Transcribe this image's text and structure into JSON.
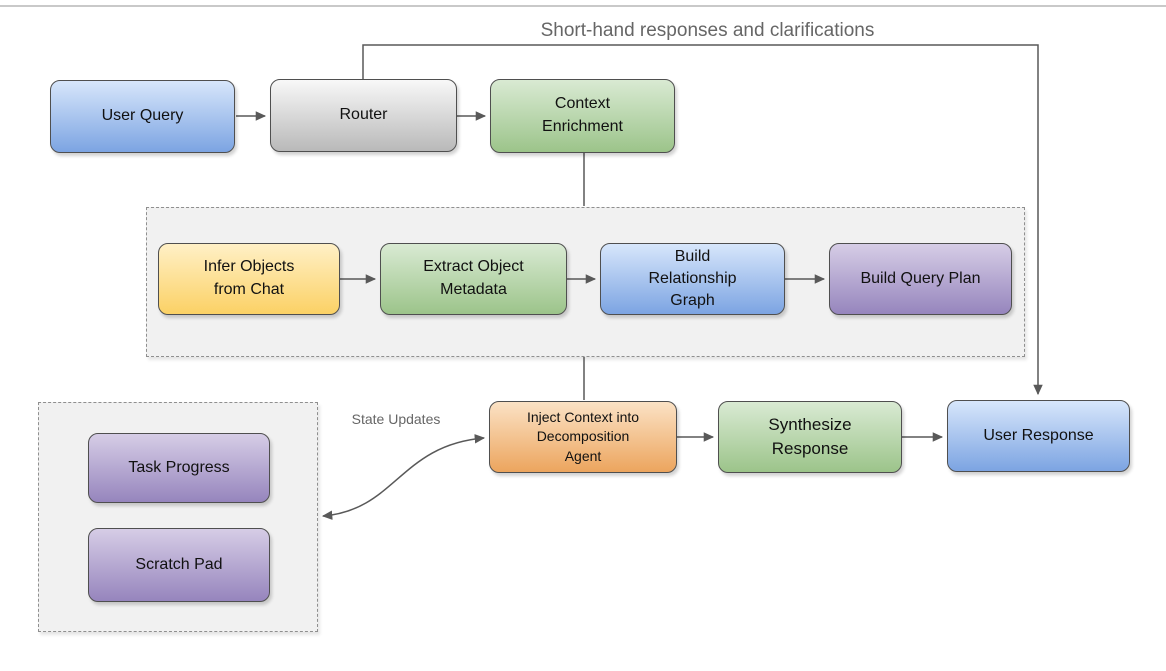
{
  "diagram": {
    "nodes": {
      "user_query": {
        "label": "User Query",
        "color": "blue"
      },
      "router": {
        "label": "Router",
        "color": "gray"
      },
      "context_enrichment": {
        "label": "Context Enrichment",
        "color": "green"
      },
      "infer_objects": {
        "label": "Infer Objects from Chat",
        "color": "yellow"
      },
      "extract_metadata": {
        "label": "Extract Object Metadata",
        "color": "green"
      },
      "build_graph": {
        "label": "Build Relationship Graph",
        "color": "blue"
      },
      "build_query_plan": {
        "label": "Build Query Plan",
        "color": "purple"
      },
      "inject_context": {
        "label": "Inject Context into Decomposition Agent",
        "color": "orange"
      },
      "synthesize_response": {
        "label": "Synthesize Response",
        "color": "green"
      },
      "user_response": {
        "label": "User Response",
        "color": "blue"
      },
      "task_progress": {
        "label": "Task Progress",
        "color": "purple"
      },
      "scratch_pad": {
        "label": "Scratch Pad",
        "color": "purple"
      }
    },
    "groups": {
      "context_pipeline_group": {
        "members": [
          "infer_objects",
          "extract_metadata",
          "build_graph",
          "build_query_plan"
        ]
      },
      "memory_group": {
        "members": [
          "task_progress",
          "scratch_pad"
        ]
      }
    },
    "edges": [
      {
        "from": "user_query",
        "to": "router"
      },
      {
        "from": "router",
        "to": "context_enrichment"
      },
      {
        "from": "router",
        "to": "user_response",
        "label": "Short-hand responses and clarifications"
      },
      {
        "from": "context_enrichment",
        "to": "context_pipeline_group"
      },
      {
        "from": "context_pipeline_group",
        "to": "inject_context"
      },
      {
        "from": "infer_objects",
        "to": "extract_metadata"
      },
      {
        "from": "extract_metadata",
        "to": "build_graph"
      },
      {
        "from": "build_graph",
        "to": "build_query_plan"
      },
      {
        "from": "inject_context",
        "to": "synthesize_response"
      },
      {
        "from": "synthesize_response",
        "to": "user_response"
      },
      {
        "from": "memory_group",
        "to": "inject_context",
        "bidirectional": true,
        "label": "State Updates"
      }
    ],
    "colors": {
      "blue": {
        "top": "#d7e6fb",
        "bottom": "#7ca4e2"
      },
      "gray": {
        "top": "#f8f8f8",
        "bottom": "#b9b9b9"
      },
      "green": {
        "top": "#d9ead3",
        "bottom": "#9cc48a"
      },
      "yellow": {
        "top": "#fff0c6",
        "bottom": "#fbd165"
      },
      "orange": {
        "top": "#fbe2c5",
        "bottom": "#eca55e"
      },
      "purple": {
        "top": "#d6cde6",
        "bottom": "#9685bd"
      },
      "node_border": "#4f4f4f",
      "connector": "#595959",
      "annotation_text": "#666666",
      "node_text": "#111111",
      "group_fill": "#f1f1f1",
      "group_border": "#8f8f8f",
      "page_divider": "#c9c9c9"
    }
  }
}
